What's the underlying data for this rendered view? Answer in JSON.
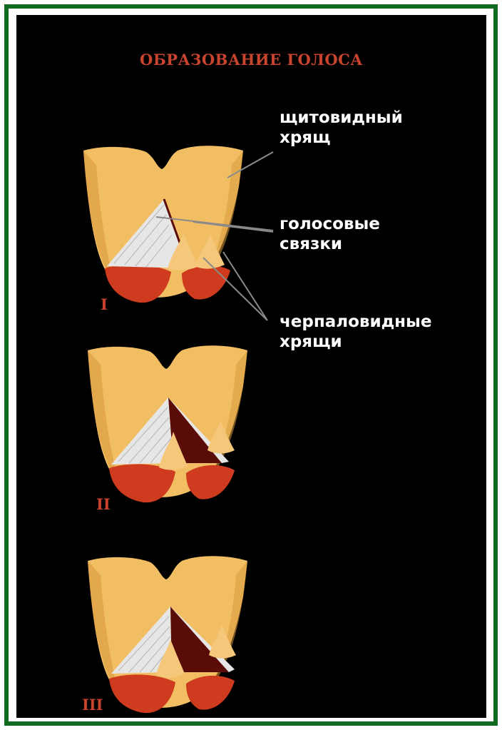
{
  "title": "ОБРАЗОВАНИЕ ГОЛОСА",
  "labels": {
    "thyroid_line1": "щитовидный",
    "thyroid_line2": "хрящ",
    "cords_line1": "голосовые",
    "cords_line2": "связки",
    "arytenoid_line1": "черпаловидные",
    "arytenoid_line2": "хрящи"
  },
  "numerals": [
    "I",
    "II",
    "III"
  ],
  "colors": {
    "frame": "#0f6b1f",
    "background": "#000000",
    "title": "#c8442e",
    "cartilage": "#f2be63",
    "cartilage_shadow": "#d99a3e",
    "muscle": "#cf3b1e",
    "cords": "#e6e6e6",
    "glottis": "#5a0c08",
    "leader": "#8a8a8a"
  }
}
